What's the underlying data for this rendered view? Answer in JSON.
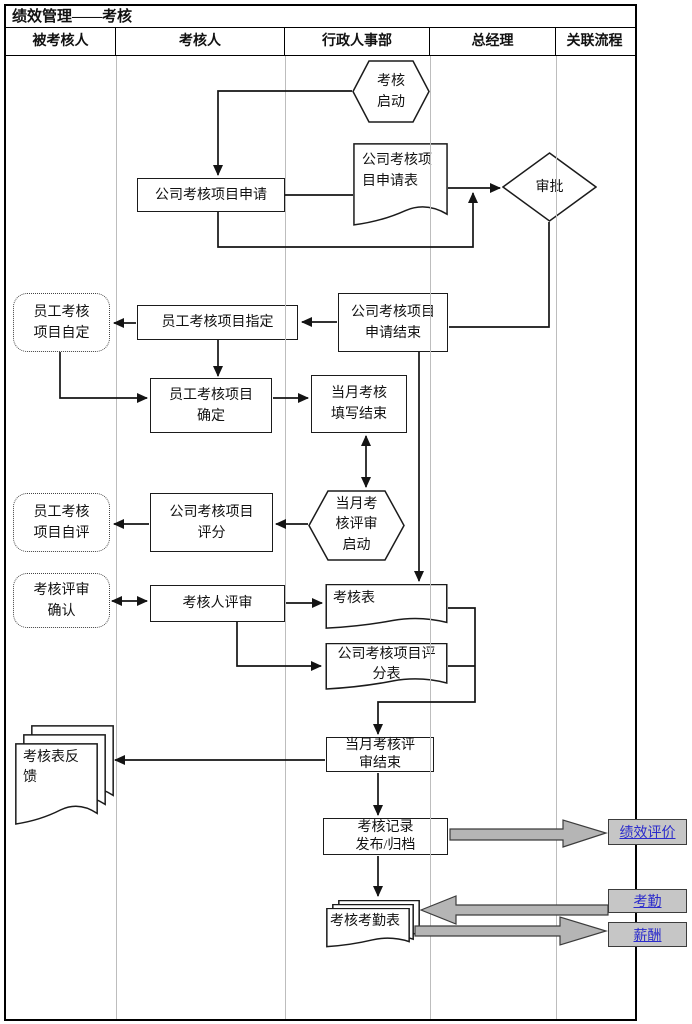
{
  "title": "绩效管理——考核",
  "lanes": [
    {
      "label": "被考核人"
    },
    {
      "label": "考核人"
    },
    {
      "label": "行政人事部"
    },
    {
      "label": "总经理"
    },
    {
      "label": "关联流程"
    }
  ],
  "nodes": {
    "start": "考核\n启动",
    "apply": "公司考核项目申请",
    "apply_form": "公司考核项\n目申请表",
    "approve": "审批",
    "self_define": "员工考核\n项目自定",
    "assign": "员工考核项目指定",
    "apply_end": "公司考核项目\n申请结束",
    "confirm": "员工考核项目\n确定",
    "fill_end": "当月考核\n填写结束",
    "review_start": "当月考\n核评审\n启动",
    "self_eval": "员工考核\n项目自评",
    "score": "公司考核项目\n评分",
    "review_confirm": "考核评审\n确认",
    "assessor_review": "考核人评审",
    "assess_form": "考核表",
    "score_form": "公司考核项目评\n分表",
    "review_end": "当月考核评\n审结束",
    "feedback": "考核表反\n馈",
    "record": "考核记录\n发布/归档",
    "attendance_form": "考核考勤表"
  },
  "links": {
    "performance": "绩效评价",
    "attendance": "考勤",
    "salary": "薪酬"
  },
  "colors": {
    "link_text": "#2b2bcc",
    "link_box_bg": "#c6c6c6",
    "block_arrow_fill": "#b5b5b5",
    "line": "#141414",
    "lane_line": "#bdbdbd"
  }
}
